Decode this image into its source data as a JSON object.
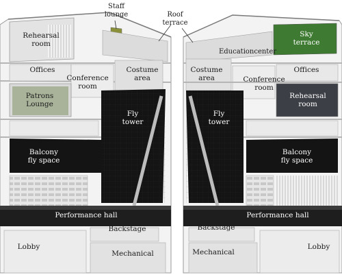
{
  "diagram": {
    "labels": {
      "staff_lounge_1": "Staff",
      "staff_lounge_2": "lounge",
      "roof_terrace_1": "Roof",
      "roof_terrace_2": "terrace",
      "left": {
        "rehearsal_1": "Rehearsal",
        "rehearsal_2": "room",
        "offices": "Offices",
        "conference_1": "Conference",
        "conference_2": "room",
        "costume_1": "Costume",
        "costume_2": "area",
        "patrons_1": "Patrons",
        "patrons_2": "Lounge",
        "fly_1": "Fly",
        "fly_2": "tower",
        "balcony_1": "Balcony",
        "balcony_2": "fly space",
        "performance": "Performance hall",
        "backstage": "Backstage",
        "lobby": "Lobby",
        "mechanical": "Mechanical"
      },
      "right": {
        "sky_1": "Sky",
        "sky_2": "terrace",
        "education": "Educationcenter",
        "costume_1": "Costume",
        "costume_2": "area",
        "offices": "Offices",
        "conference_1": "Conference",
        "conference_2": "room",
        "rehearsal_1": "Rehearsal",
        "rehearsal_2": "room",
        "fly_1": "Fly",
        "fly_2": "tower",
        "balcony_1": "Balcony",
        "balcony_2": "fly space",
        "performance": "Performance hall",
        "backstage": "Backstage",
        "mechanical": "Mechanical",
        "lobby": "Lobby"
      }
    },
    "colors": {
      "wall": "#e9e9e9",
      "floor": "#cfcfcf",
      "dark_space": "#141414",
      "patrons_green": "#a9b39a",
      "rehearsal_dark": "#3c3f46",
      "sky_green": "#3e7a32",
      "staff_green": "#8a8f3a"
    }
  }
}
